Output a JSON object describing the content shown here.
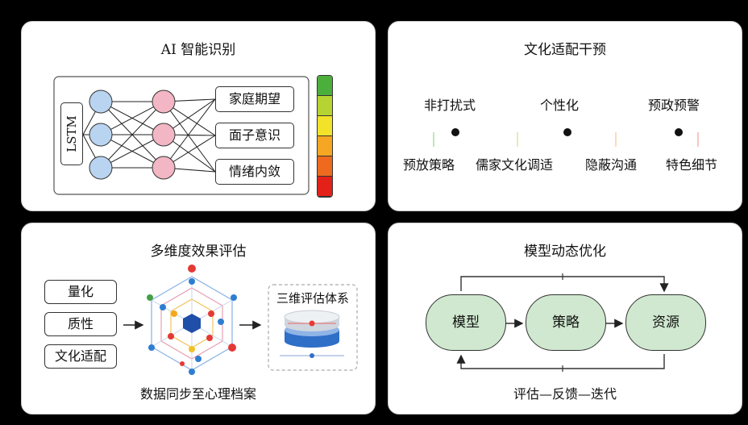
{
  "ai_panel": {
    "title": "AI 智能识别",
    "lstm": "LSTM",
    "outputs": [
      "家庭期望",
      "面子意识",
      "情绪内敛"
    ],
    "scale_colors": [
      "#4caf3c",
      "#b5d431",
      "#f2e22a",
      "#f5a623",
      "#ee6a1e",
      "#e32119"
    ]
  },
  "culture_panel": {
    "title": "文化适配干预",
    "top_labels": [
      "非打扰式",
      "个性化",
      "预政预警"
    ],
    "bottom_labels": [
      "预放策略",
      "儒家文化调适",
      "隐蔽沟通",
      "特色细节"
    ]
  },
  "eval_panel": {
    "title": "多维度效果评估",
    "inputs": [
      "量化",
      "质性",
      "文化适配"
    ],
    "system_label": "三维评估体系",
    "footer": "数据同步至心理档案"
  },
  "opt_panel": {
    "title": "模型动态优化",
    "nodes": [
      "模型",
      "策略",
      "资源"
    ],
    "footer": "评估—反馈—迭代"
  }
}
